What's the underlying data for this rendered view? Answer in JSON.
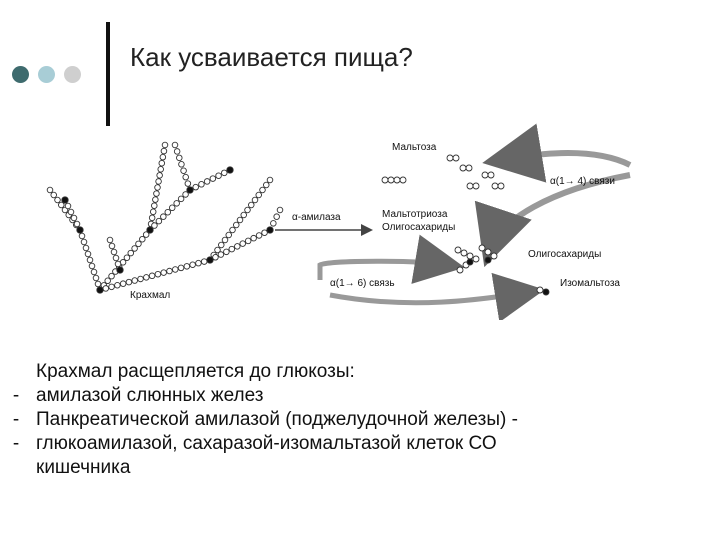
{
  "slide": {
    "title": "Как усваивается пища?",
    "accent_colors": [
      "#3e6b6e",
      "#a8cdd6",
      "#cfcfcf"
    ]
  },
  "figure": {
    "labels": {
      "starch": "Крахмал",
      "amylase": "α-амилаза",
      "maltose": "Мальтоза",
      "maltotriose": "Мальтотриоза",
      "oligosaccharides_1": "Олигосахариды",
      "alpha14": "α(1→ 4) связи",
      "oligosaccharides_2": "Олигосахариды",
      "alpha16": "α(1→ 6) связь",
      "isomaltose": "Изомальтоза"
    }
  },
  "body": {
    "intro": "Крахмал расщепляется  до глюкозы:",
    "bullets": [
      {
        "marker": "-",
        "text": "амилазой слюнных желез"
      },
      {
        "marker": "-",
        "text": "Панкреатической амилазой (поджелудочной железы) -"
      },
      {
        "marker": "-",
        "text": "глюкоамилазой, сахаразой-изомальтазой клеток СО"
      }
    ],
    "continuation": "кишечника"
  }
}
